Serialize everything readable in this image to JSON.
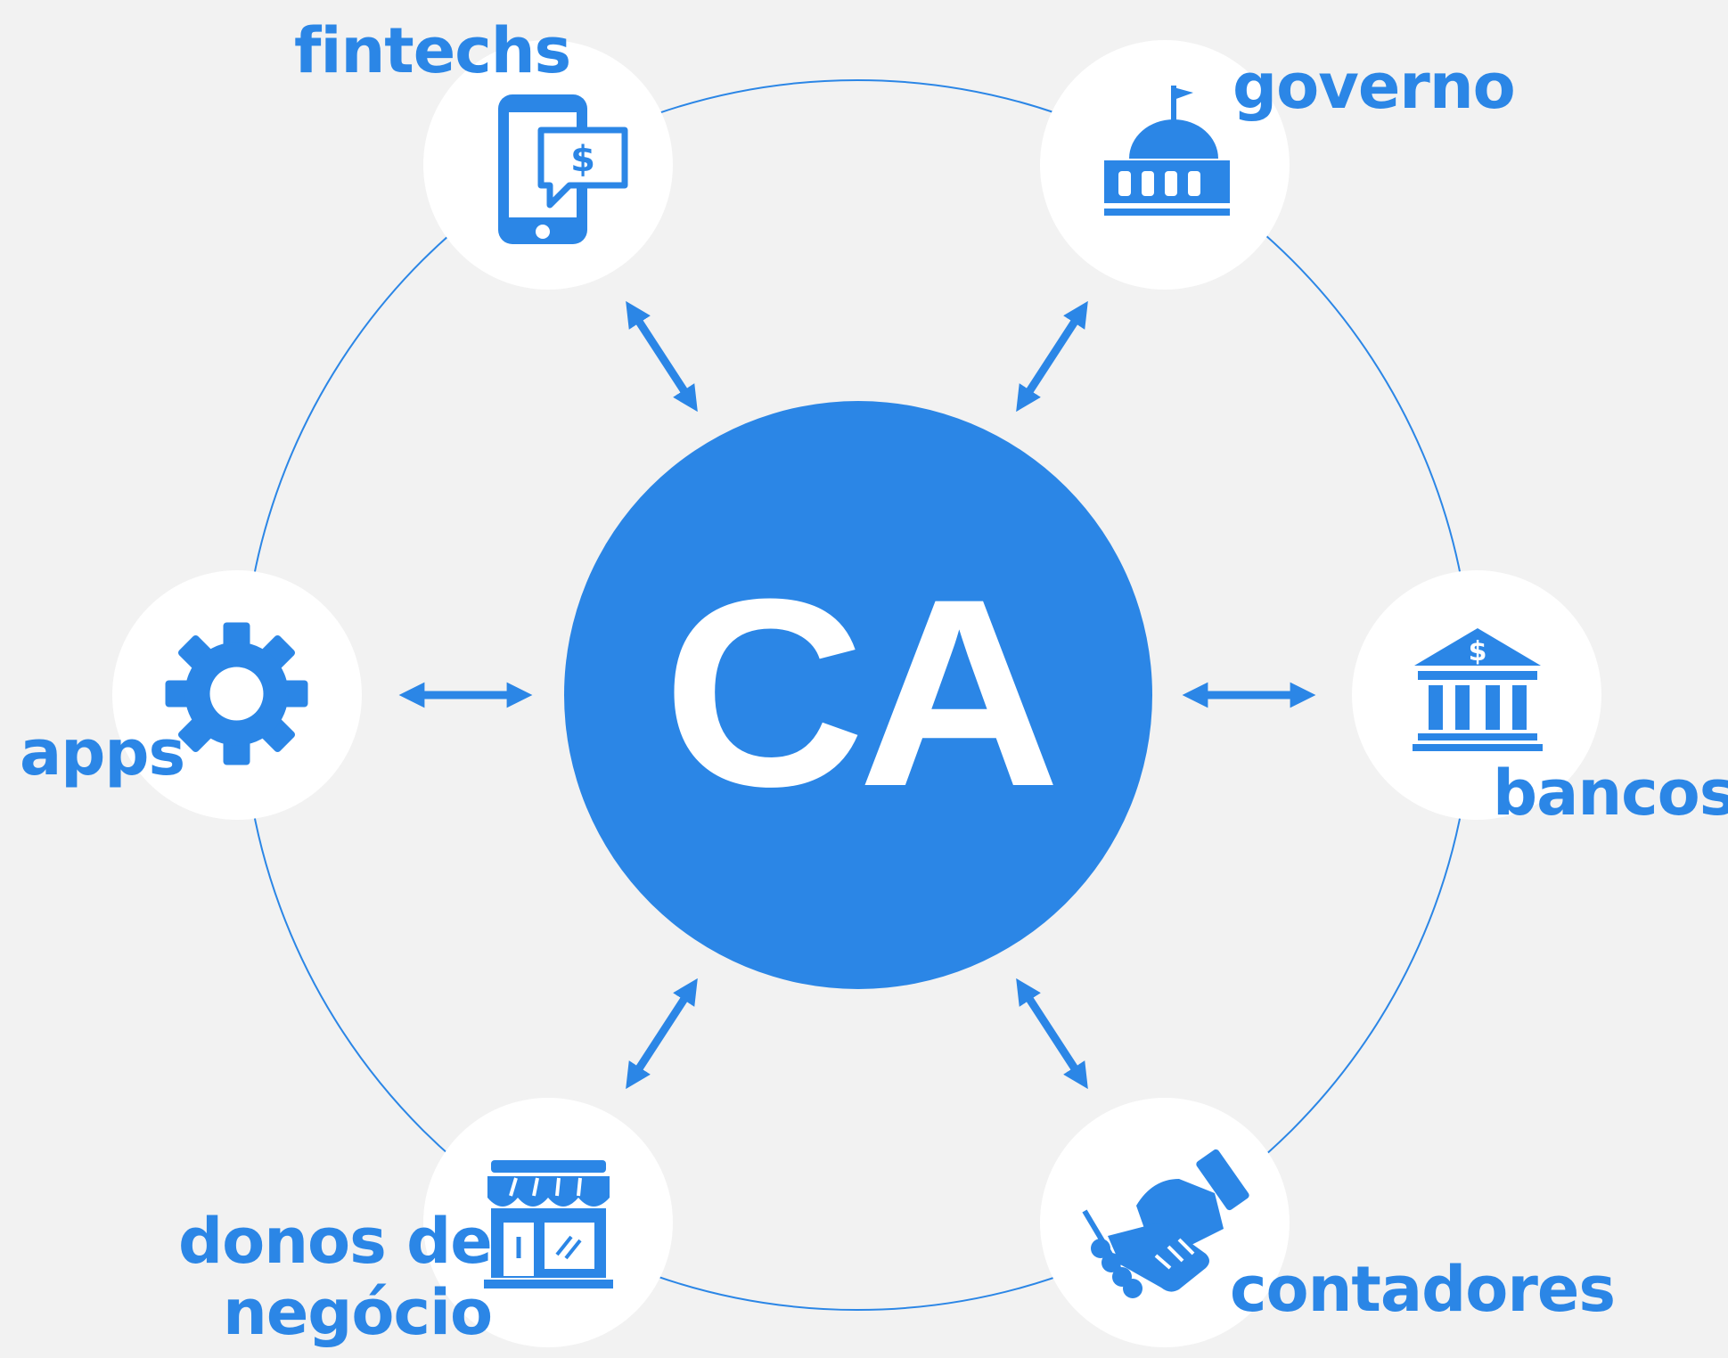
{
  "hub": {
    "label": "CA"
  },
  "nodes": {
    "fintechs": {
      "label": "fintechs",
      "icon": "smartphone-dollar-icon"
    },
    "governo": {
      "label": "governo",
      "icon": "capitol-building-icon"
    },
    "apps": {
      "label": "apps",
      "icon": "gear-icon"
    },
    "bancos": {
      "label": "bancos",
      "icon": "bank-icon"
    },
    "donos": {
      "label_line1": "donos de",
      "label_line2": "negócio",
      "icon": "storefront-icon"
    },
    "contadores": {
      "label": "contadores",
      "icon": "handshake-icon"
    }
  },
  "colors": {
    "accent": "#2b86e6",
    "background": "#f2f2f2",
    "node_fill": "#ffffff"
  }
}
